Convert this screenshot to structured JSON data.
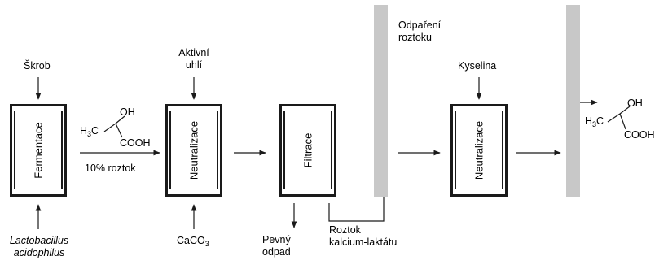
{
  "inputs": {
    "skrob": "Škrob",
    "aktivni_uhli_line1": "Aktivní",
    "aktivni_uhli_line2": "uhlí",
    "kyselina": "Kyselina",
    "organism_line1": "Lactobacillus",
    "organism_line2": "acidophilus",
    "caco3_main": "CaCO",
    "caco3_sub": "3"
  },
  "boxes": {
    "fermentace": "Fermentace",
    "neutralizace1": "Neutralizace",
    "filtrace": "Filtrace",
    "neutralizace2": "Neutralizace"
  },
  "outputs": {
    "pevny_line1": "Pevný",
    "pevny_line2": "odpad",
    "roztok_line1": "Roztok",
    "roztok_line2": "kalcium-laktátu",
    "odpareni_line1": "Odpaření",
    "odpareni_line2": "roztoku"
  },
  "arrow_label": "10% roztok",
  "lactic_acid": {
    "oh": "OH",
    "h3c_main": "H",
    "h3c_sub": "3",
    "h3c_tail": "C",
    "cooh": "COOH"
  },
  "colors": {
    "line": "#1a1a1a",
    "evaporator_bar": "#c8c8c8"
  }
}
